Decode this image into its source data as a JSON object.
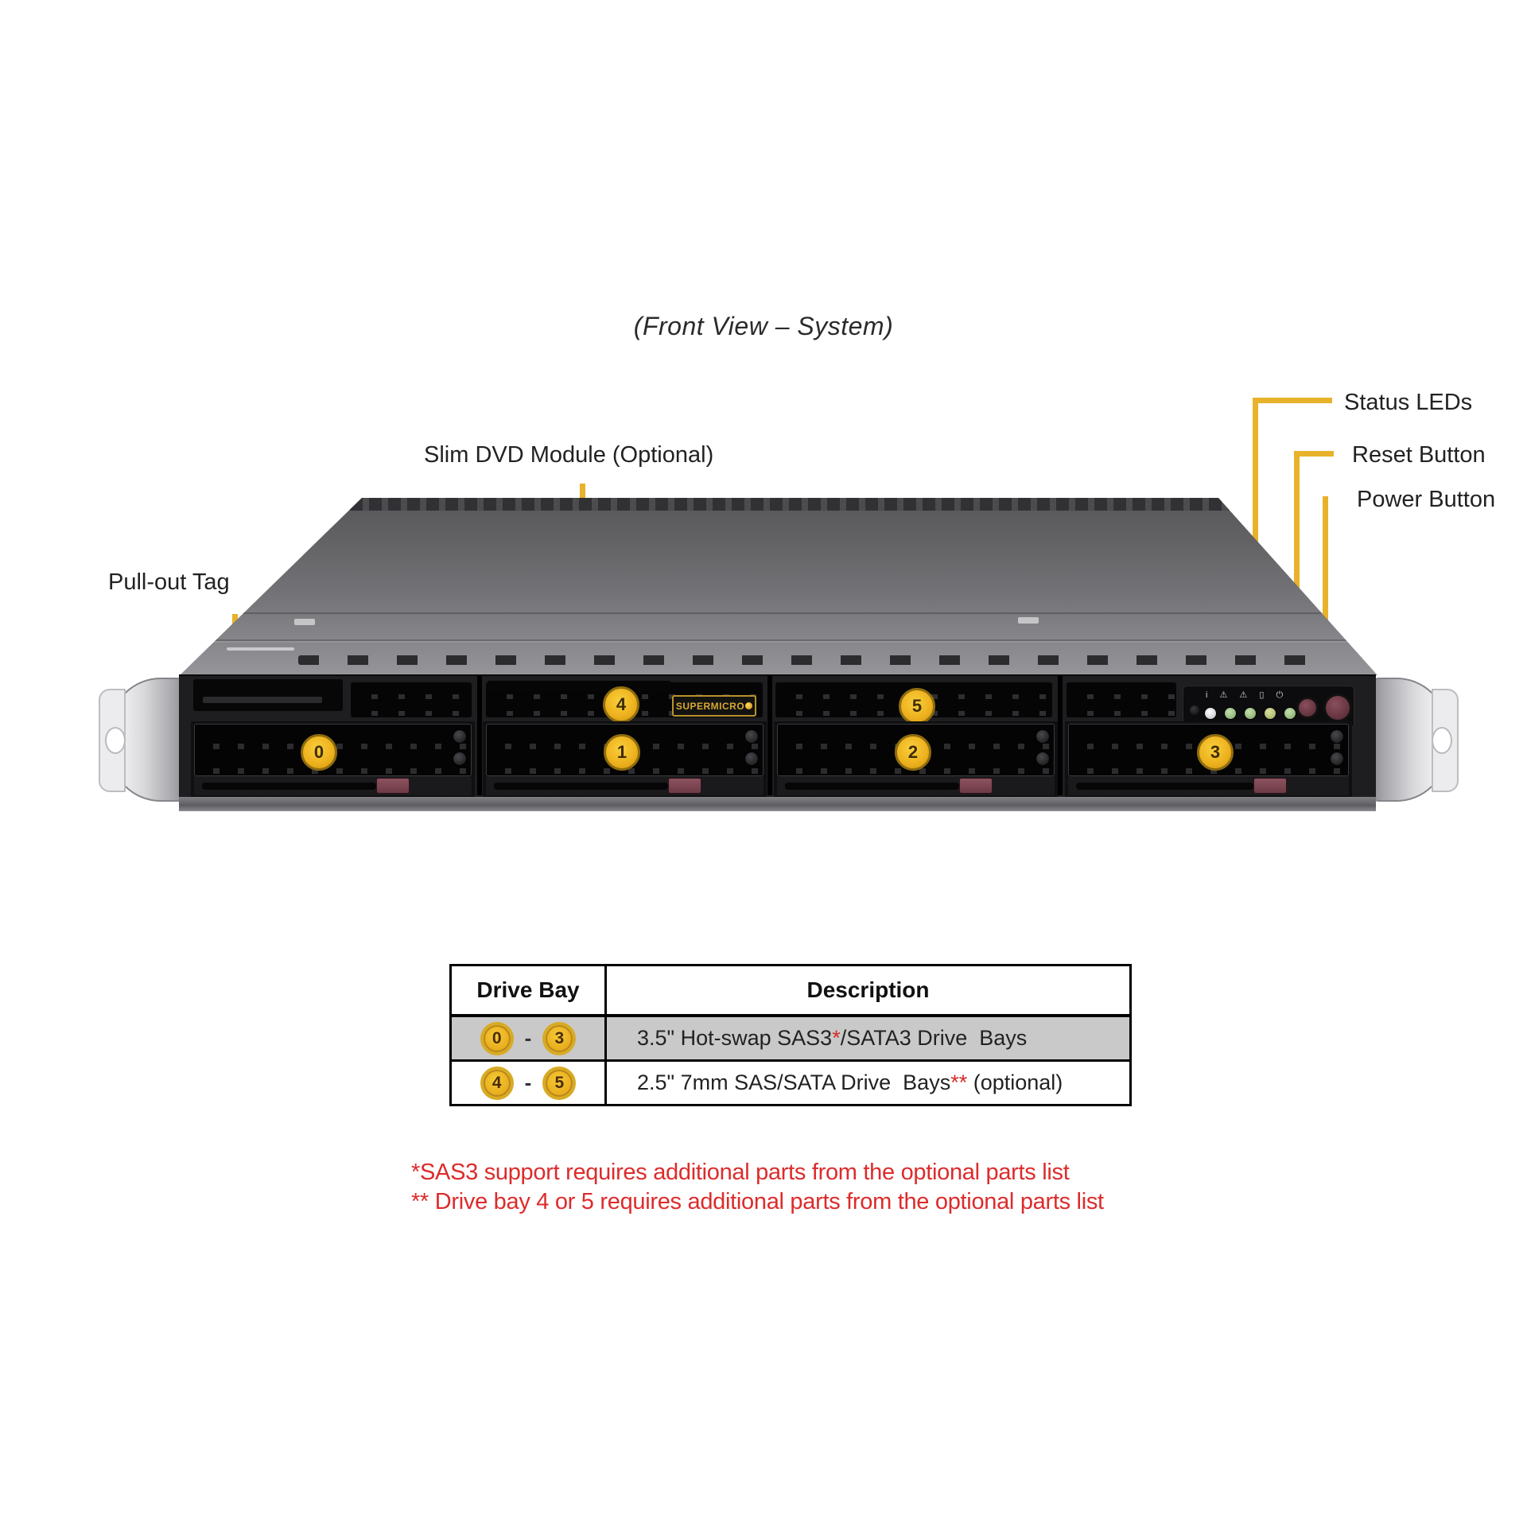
{
  "title": "(Front View – System)",
  "callouts": {
    "status_leds": "Status LEDs",
    "reset_button": "Reset Button",
    "power_button": "Power Button",
    "dvd_module": "Slim DVD Module (Optional)",
    "pullout_tag": "Pull-out Tag"
  },
  "chassis": {
    "brand": "SUPERMICRO",
    "top_slot_numbers": [
      "4",
      "5"
    ],
    "bay_numbers": [
      "0",
      "1",
      "2",
      "3"
    ],
    "control_icons": "i ⚠ ⚠ ▯ ⏻"
  },
  "table": {
    "headers": [
      "Drive Bay",
      "Description"
    ],
    "rows": [
      {
        "bay_from": "0",
        "dash": "-",
        "bay_to": "3",
        "desc_a": "3.5\" Hot-swap SAS3",
        "mark": "*",
        "desc_b": "/SATA3 Drive  Bays"
      },
      {
        "bay_from": "4",
        "dash": "-",
        "bay_to": "5",
        "desc_a": "2.5\" 7mm SAS/SATA Drive  Bays",
        "mark": "**",
        "desc_b": " (optional)"
      }
    ]
  },
  "footnotes": [
    "*SAS3 support requires additional parts from the optional parts list",
    "** Drive bay 4 or 5 requires additional parts from the optional parts list"
  ],
  "colors": {
    "accent_yellow": "#e8b22a",
    "footnote_red": "#dd2b2b",
    "table_row_gray": "#c9c9c9",
    "latch_maroon": "#7c4a52"
  }
}
